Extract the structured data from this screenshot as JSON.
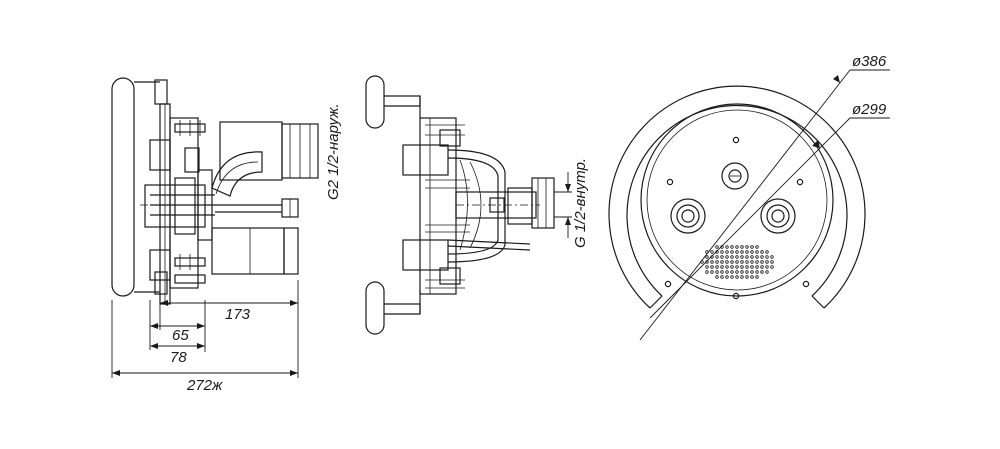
{
  "dimensions": {
    "d173": "173",
    "d65": "65",
    "d78": "78",
    "d272": "272ж"
  },
  "labels": {
    "thread_outer": "G2 1/2-наруж.",
    "thread_inner": "G 1/2-внутр.",
    "dia_outer": "ø386",
    "dia_inner": "ø299"
  }
}
